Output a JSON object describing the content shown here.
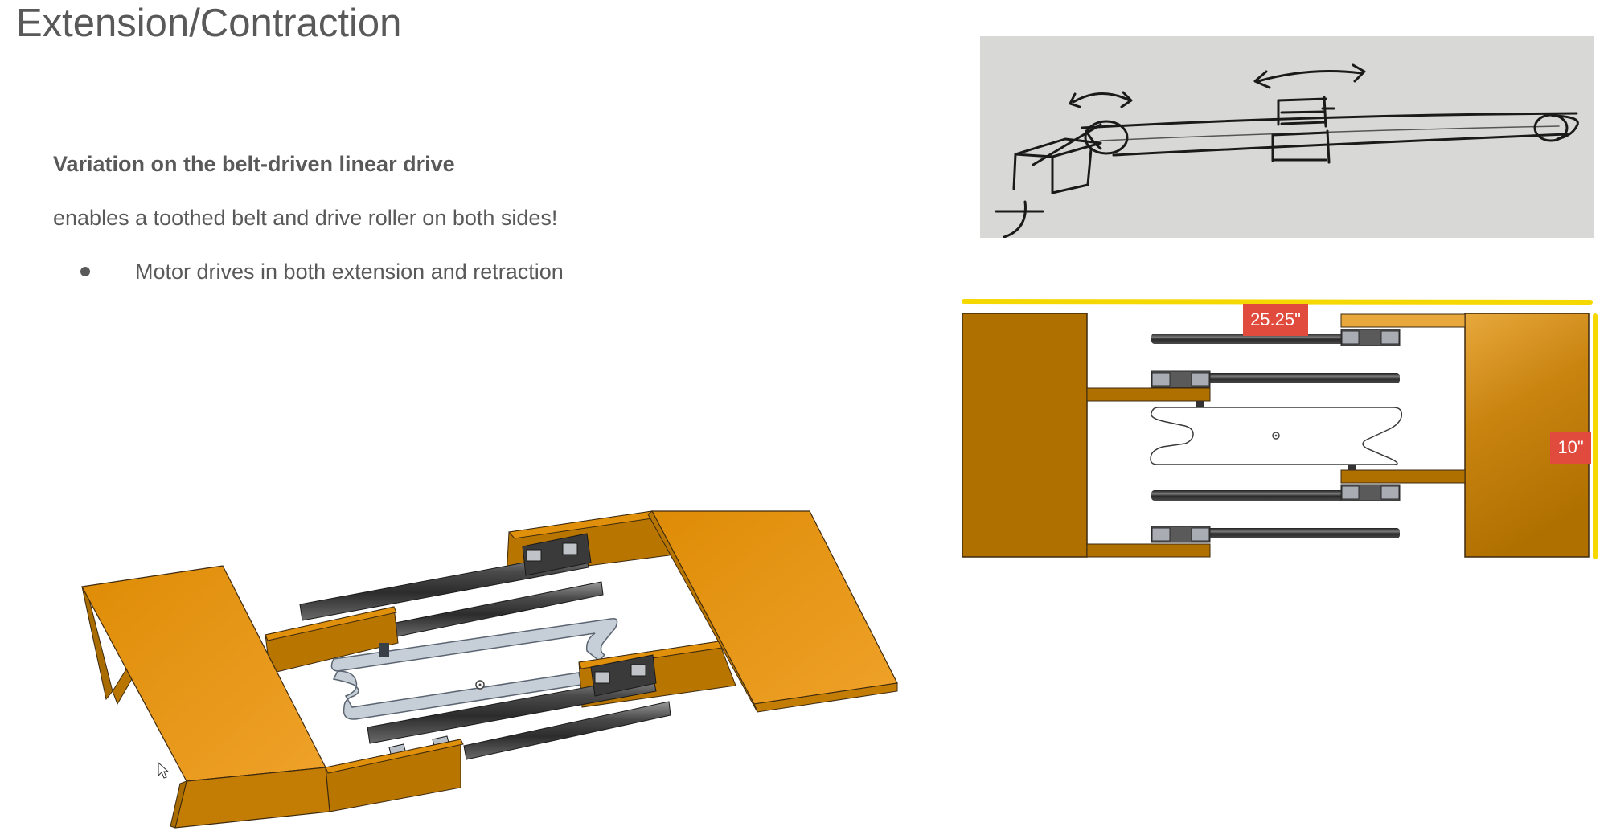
{
  "slide": {
    "title": "Extension/Contraction",
    "subtitle_bold": "Variation on the belt-driven linear drive",
    "body_line": "enables a toothed belt and drive roller on both sides!",
    "bullets": [
      {
        "text": "Motor drives in both extension and retraction"
      }
    ]
  },
  "figures": {
    "sketch": {
      "description": "hand-drawn sketch of belt drive with pulleys, carriage and motor",
      "background": "#D8D8D6",
      "icon": "hand-sketch-image"
    },
    "top_view": {
      "dimension_width": "25.25\"",
      "dimension_height": "10\"",
      "dimension_line_color": "#F5D800",
      "label_color": "#E04B3E",
      "block_color": "#B07000",
      "block_highlight": "#E8A83C"
    },
    "iso_view": {
      "description": "isometric CAD render of telescoping frame with linear rails and belt",
      "body_color": "#E0900A",
      "shadow_color": "#B87500",
      "rail_color": "#3a3a3a",
      "belt_color": "#A9B4C2"
    }
  },
  "cursor": {
    "icon": "mouse-pointer-icon"
  }
}
